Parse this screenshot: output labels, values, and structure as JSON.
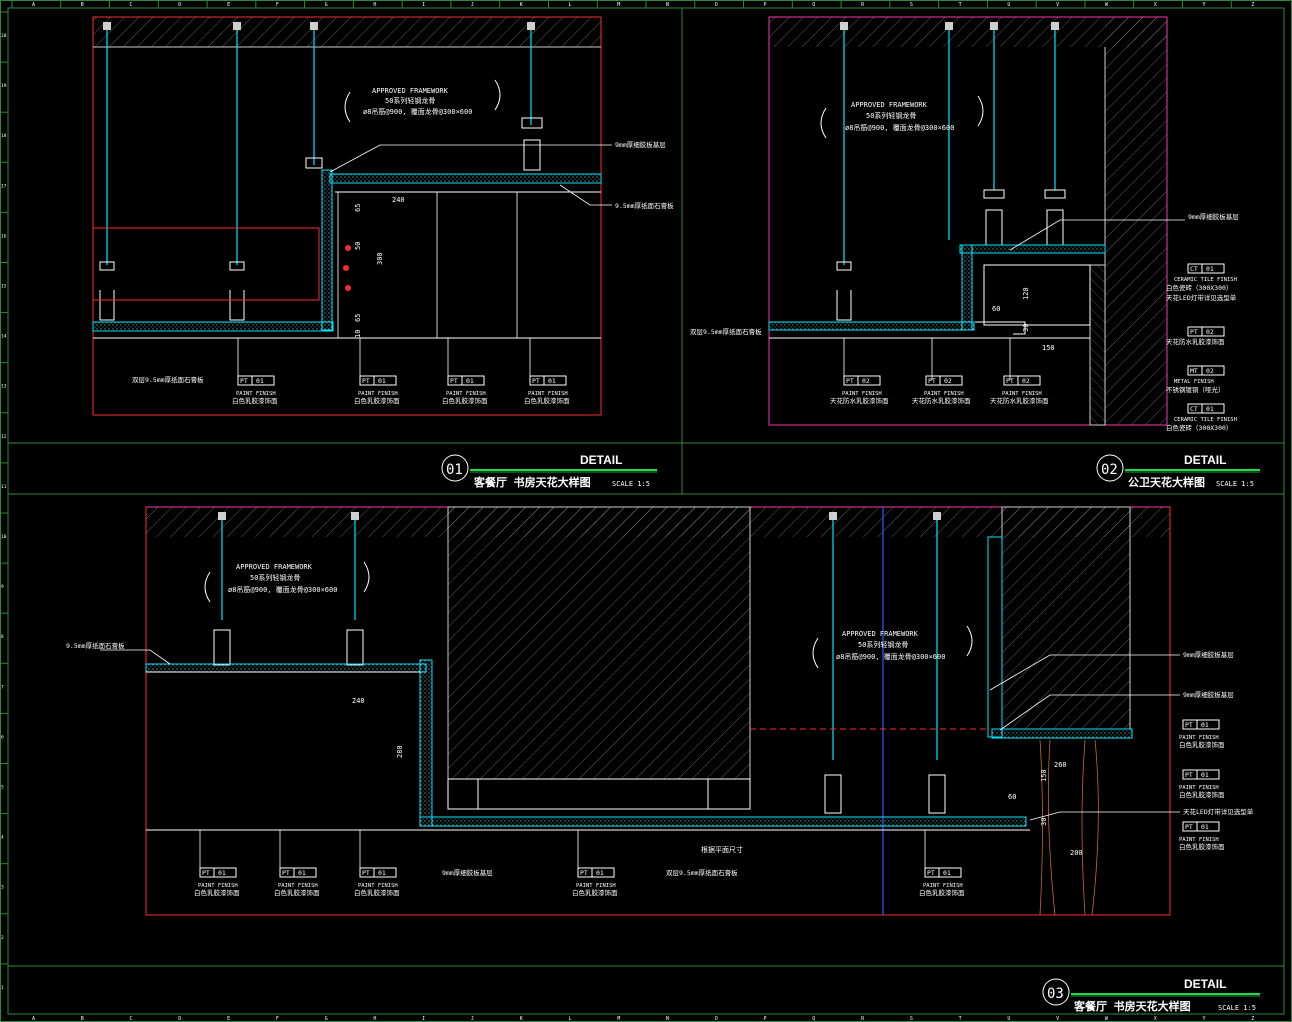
{
  "ruler": {
    "top_letters": [
      "A",
      "B",
      "C",
      "D",
      "E",
      "F",
      "G",
      "H",
      "I",
      "J",
      "K",
      "L",
      "M",
      "N",
      "O",
      "P",
      "Q",
      "R",
      "S",
      "T",
      "U",
      "V",
      "W",
      "X",
      "Y",
      "Z"
    ],
    "side_numbers": [
      "20",
      "19",
      "18",
      "17",
      "16",
      "15",
      "14",
      "13",
      "12",
      "11",
      "10",
      "9",
      "8",
      "7",
      "6",
      "5",
      "4",
      "3",
      "2",
      "1"
    ]
  },
  "common": {
    "framework_en": "APPROVED FRAMEWORK",
    "framework_cn1": "50系列轻钢龙骨",
    "framework_cn2": "ø8吊筋@900, 覆面龙骨@300×600",
    "paint_en": "PAINT FINISH",
    "paint_cn": "白色乳胶漆饰面",
    "detail": "DETAIL"
  },
  "panel1": {
    "num": "01",
    "title": "客餐厅 书房天花大样图",
    "scale": "SCALE 1:5",
    "note_plywood": "9mm厚细胶板基层",
    "note_gypsum": "9.5mm厚纸面石膏板",
    "note_double": "双层9.5mm厚纸面石膏板",
    "dims": [
      "240",
      "65",
      "50",
      "300",
      "65",
      "10"
    ],
    "tags": [
      {
        "code": "PT",
        "num": "01"
      },
      {
        "code": "PT",
        "num": "01"
      },
      {
        "code": "PT",
        "num": "01"
      },
      {
        "code": "PT",
        "num": "01"
      }
    ]
  },
  "panel2": {
    "num": "02",
    "title": "公卫天花大样图",
    "scale": "SCALE 1:5",
    "note_plywood": "9mm厚细胶板基层",
    "note_double": "双层9.5mm厚纸面石膏板",
    "dims": [
      "120",
      "30",
      "60",
      "150"
    ],
    "right_tags": [
      {
        "code": "CT",
        "num": "01",
        "en": "CERAMIC TILE FINISH",
        "cn": "白色瓷砖（300X300）"
      },
      {
        "code": "",
        "num": "",
        "en": "",
        "cn": "天花LED灯带详见选型单"
      },
      {
        "code": "PT",
        "num": "02",
        "en": "",
        "cn": "天花防水乳胶漆饰面"
      },
      {
        "code": "MT",
        "num": "02",
        "en": "METAL FINISH",
        "cn": "不锈钢镀铜（哑光）"
      },
      {
        "code": "CT",
        "num": "01",
        "en": "CERAMIC TILE FINISH",
        "cn": "白色瓷砖（300X300）"
      }
    ],
    "bottom_tags": [
      {
        "code": "PT",
        "num": "02",
        "cn": "天花防水乳胶漆饰面"
      },
      {
        "code": "PT",
        "num": "02",
        "cn": "天花防水乳胶漆饰面"
      },
      {
        "code": "PT",
        "num": "02",
        "cn": "天花防水乳胶漆饰面"
      }
    ]
  },
  "panel3": {
    "num": "03",
    "title": "客餐厅 书房天花大样图",
    "scale": "SCALE 1:5",
    "note_gypsum": "9.5mm厚纸面石膏板",
    "note_plywood": "9mm厚细胶板基层",
    "note_double": "双层9.5mm厚纸面石膏板",
    "note_ref": "根据平面尺寸",
    "note_plywood2": "9mm厚细胶板基层",
    "note_plywood3": "9mm厚细胶板基层",
    "note_led": "天花LED灯带详见选型单",
    "dims": [
      "240",
      "280",
      "260",
      "150",
      "60",
      "30",
      "200"
    ],
    "tags": [
      {
        "code": "PT",
        "num": "01"
      },
      {
        "code": "PT",
        "num": "01"
      },
      {
        "code": "PT",
        "num": "01"
      },
      {
        "code": "PT",
        "num": "01"
      },
      {
        "code": "PT",
        "num": "01"
      }
    ],
    "right_tags": [
      {
        "code": "PT",
        "num": "01"
      },
      {
        "code": "PT",
        "num": "01"
      },
      {
        "code": "PT",
        "num": "01"
      }
    ]
  },
  "colors": {
    "frame": "#2f8a3a",
    "cyan": "#00e5ff",
    "red": "#ff2a2a",
    "magenta": "#ff33aa",
    "white": "#ffffff",
    "grey": "#8a8a8a",
    "blue": "#2060ff",
    "green": "#27d84a",
    "yellow": "#ffd21f"
  }
}
